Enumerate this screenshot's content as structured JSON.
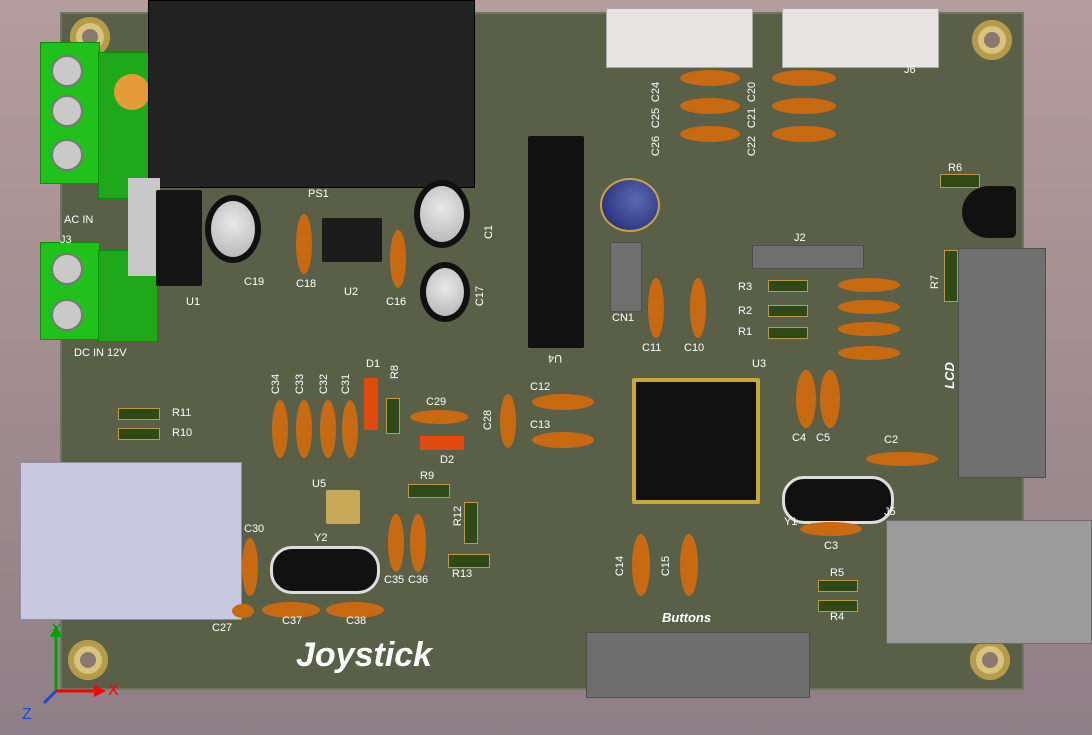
{
  "board": {
    "title": "Joystick",
    "labels": {
      "ac_in": "AC IN",
      "dc_in": "DC IN 12V",
      "ps1": "PS1",
      "u1": "U1",
      "u2": "U2",
      "u3": "U3",
      "u4": "U4",
      "u5": "U5",
      "cn1": "CN1",
      "j2": "J2",
      "j3": "J3",
      "j5": "J5",
      "j6": "J6",
      "lcd": "LCD",
      "buttons": "Buttons",
      "y1": "Y1",
      "y2": "Y2",
      "d1": "D1",
      "d2": "D2",
      "r1": "R1",
      "r2": "R2",
      "r3": "R3",
      "r4": "R4",
      "r5": "R5",
      "r6": "R6",
      "r7": "R7",
      "r8": "R8",
      "r9": "R9",
      "r10": "R10",
      "r11": "R11",
      "r12": "R12",
      "r13": "R13",
      "c1": "C1",
      "c2": "C2",
      "c3": "C3",
      "c4": "C4",
      "c5": "C5",
      "c10": "C10",
      "c11": "C11",
      "c12": "C12",
      "c13": "C13",
      "c14": "C14",
      "c15": "C15",
      "c16": "C16",
      "c17": "C17",
      "c18": "C18",
      "c19": "C19",
      "c20": "C20",
      "c21": "C21",
      "c22": "C22",
      "c24": "C24",
      "c25": "C25",
      "c26": "C26",
      "c27": "C27",
      "c28": "C28",
      "c29": "C29",
      "c30": "C30",
      "c31": "C31",
      "c32": "C32",
      "c33": "C33",
      "c34": "C34",
      "c35": "C35",
      "c36": "C36",
      "c37": "C37",
      "c38": "C38"
    },
    "axes": {
      "x": "X",
      "y": "Y",
      "z": "Z"
    },
    "colors": {
      "background_top": "#b59c9c",
      "pcb": "#5a6048",
      "terminal": "#21c11c",
      "silk": "#ffffff",
      "axis_x": "#ff0000",
      "axis_y": "#00a000",
      "axis_z": "#1d4bd8"
    }
  }
}
